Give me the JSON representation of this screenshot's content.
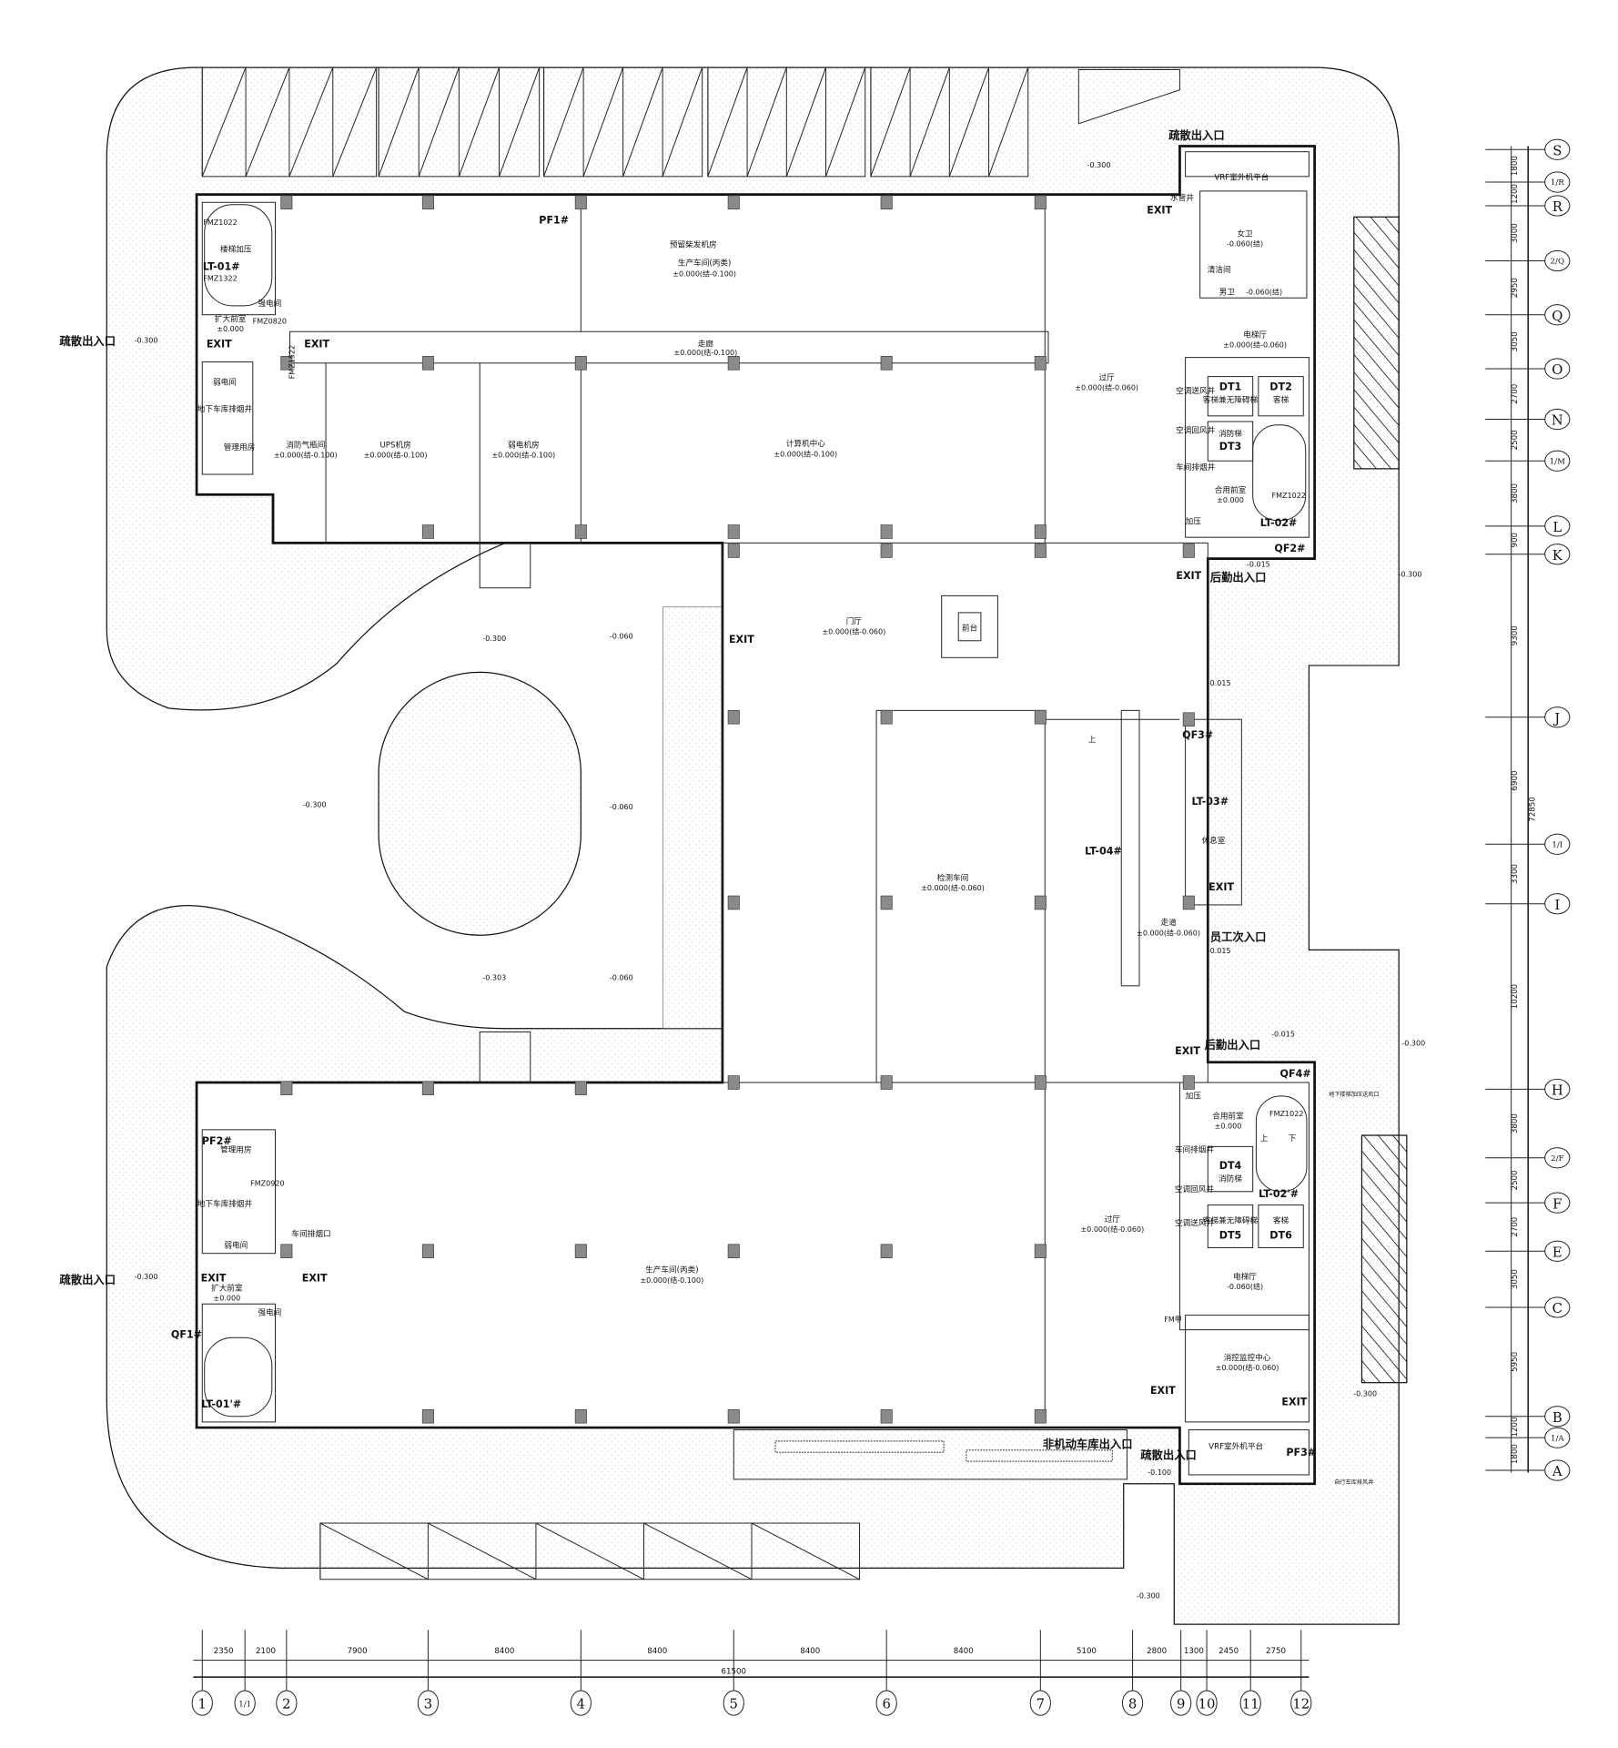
{
  "drawing": {
    "axes": {
      "columns": [
        "1",
        "1/1",
        "2",
        "3",
        "4",
        "5",
        "6",
        "7",
        "8",
        "9",
        "10",
        "11",
        "12"
      ],
      "column_dims": [
        "2350",
        "2100",
        "7900",
        "8400",
        "8400",
        "8400",
        "8400",
        "5100",
        "2800",
        "1300",
        "2450",
        "2750"
      ],
      "column_total": "61500",
      "rows": [
        "S",
        "1/R",
        "R",
        "2/Q",
        "Q",
        "O",
        "N",
        "1/M",
        "L",
        "K",
        "J",
        "1/I",
        "I",
        "H",
        "2/F",
        "F",
        "E",
        "C",
        "B",
        "1/A",
        "A"
      ],
      "row_dims": [
        "1800",
        "1200",
        "3000",
        "2950",
        "3050",
        "2700",
        "2500",
        "3800",
        "900",
        "9300",
        "6900",
        "3300",
        "10200",
        "3800",
        "2500",
        "2700",
        "3050",
        "5950",
        "1200",
        "1800"
      ],
      "row_total": "72850"
    },
    "rooms": {
      "diesel": "预留柴发机房",
      "workshop_n": "生产车间(丙类)",
      "corridor": "走廊",
      "ups": "UPS机房",
      "weak_room": "弱电机房",
      "gas": "消防气瓶间",
      "computer": "计算机中心",
      "hall_n": "过厅",
      "lobby": "门厅",
      "reception": "前台",
      "testing": "检测车间",
      "walkway": "走道",
      "workshop_s": "生产车间(丙类)",
      "hall_s": "过厅",
      "control": "消控监控中心",
      "lift_hall_n": "电梯厅",
      "lift_hall_s": "电梯厅",
      "female_wc": "女卫",
      "male_wc": "男卫",
      "cleaning": "清洁间",
      "water_shaft": "水管井",
      "vrf_n": "VRF室外机平台",
      "vrf_s": "VRF室外机平台",
      "anteroom_nw": "扩大前室",
      "strong_nw": "强电间",
      "weak_nw": "弱电间",
      "smoke_nw": "地下车库排烟井",
      "mgmt_nw": "管理用房",
      "mgmt_sw": "管理用房",
      "smoke_sw": "地下车库排烟井",
      "weak_sw": "弱电间",
      "anteroom_sw": "扩大前室",
      "strong_sw": "强电间",
      "shop_exhaust": "车间排烟口",
      "ac_supply_n": "空调送风井",
      "ac_return_n": "空调回风井",
      "shop_smoke_n": "车间排烟井",
      "shared_ante_n": "合用前室",
      "press_n": "加压",
      "dt1": "DT1",
      "dt1_type": "客梯兼无障碍梯",
      "dt2": "DT2",
      "dt2_type": "客梯",
      "dt3": "DT3",
      "dt3_type": "消防梯",
      "dt4": "DT4",
      "dt4_type": "消防梯",
      "dt5": "DT5",
      "dt5_type": "客梯兼无障碍梯",
      "dt6": "DT6",
      "dt6_type": "客梯",
      "shared_ante_s": "合用前室",
      "press_s": "加压",
      "ac_supply_s": "空调送风井",
      "ac_return_s": "空调回风井",
      "shop_smoke_s": "车间排烟井",
      "rest": "休息室",
      "stair_press": "地下楼梯加压送风口",
      "bike_exhaust": "自行车库排风井",
      "lift_stair": "楼梯加压"
    },
    "levels": {
      "f0100": "±0.000(结-0.100)",
      "f0060": "±0.000(结-0.060)",
      "f0000": "±0.000",
      "m0060": "-0.060(结)",
      "m0300": "-0.300",
      "m0060b": "-0.060",
      "m0015": "-0.015",
      "m0100": "-0.100",
      "m0303": "-0.303"
    },
    "tags": {
      "lt01": "LT-01#",
      "lt02": "LT-02#",
      "lt03": "LT-03#",
      "lt04": "LT-04#",
      "lt01p": "LT-01'#",
      "lt02p": "LT-02'#",
      "pf1": "PF1#",
      "pf2": "PF2#",
      "pf3": "PF3#",
      "qf1": "QF1#",
      "qf2": "QF2#",
      "qf3": "QF3#",
      "qf4": "QF4#",
      "fmz1022": "FMZ1022",
      "fmz1322": "FMZ1322",
      "fmz0820": "FMZ0820",
      "fmz0920": "FMZ0920",
      "fmz1522": "FMZ1522",
      "fmj": "FM甲",
      "up": "上",
      "down": "下"
    },
    "entrances": {
      "evac_n": "疏散出入口",
      "evac_w1": "疏散出入口",
      "evac_w2": "疏散出入口",
      "logistics_n": "后勤出入口",
      "staff": "员工次入口",
      "logistics_s": "后勤出入口",
      "bike": "非机动车库出入口",
      "evac_s": "疏散出入口",
      "exit": "EXIT"
    }
  }
}
